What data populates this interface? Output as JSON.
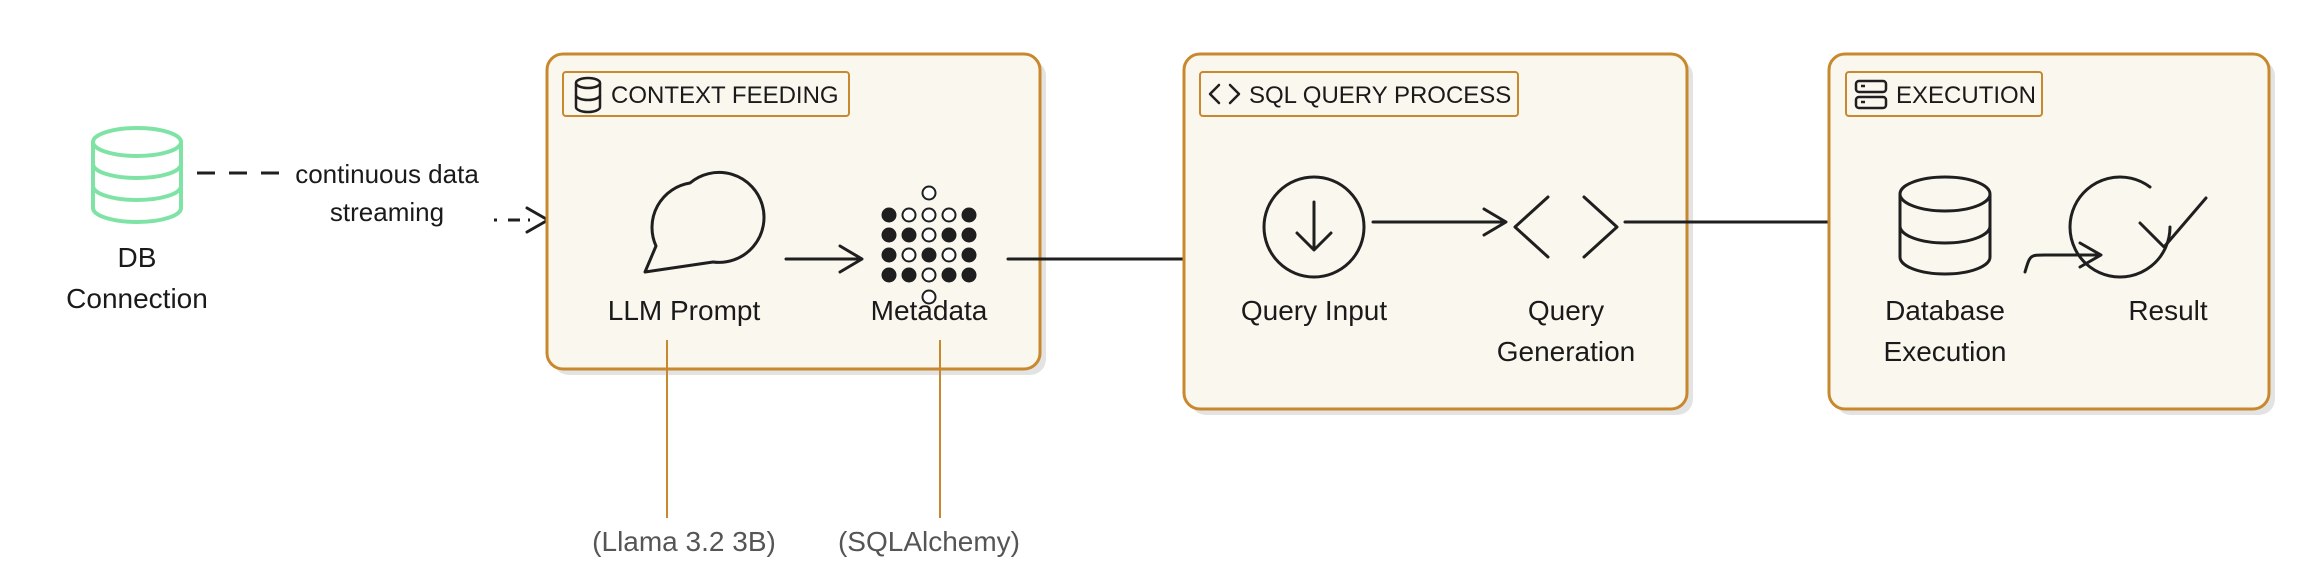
{
  "colors": {
    "group_border": "#c8892e",
    "group_fill": "#faf7ee",
    "group_shadow": "#e3e3e3",
    "db_icon": "#7fe3a6",
    "stroke": "#1f1f1f",
    "annotation_line": "#c8892e",
    "annotation_text": "#555555"
  },
  "source": {
    "label_line1": "DB",
    "label_line2": "Connection",
    "icon": "database-icon",
    "edge_label_line1": "continuous data",
    "edge_label_line2": "streaming"
  },
  "groups": [
    {
      "id": "context-feeding",
      "title": "CONTEXT FEEDING",
      "icon": "database-icon",
      "nodes": [
        {
          "id": "llm-prompt",
          "label_line1": "LLM Prompt",
          "label_line2": "",
          "icon": "chat-bubble-icon"
        },
        {
          "id": "metadata",
          "label_line1": "Metadata",
          "label_line2": "",
          "icon": "dot-matrix-icon"
        }
      ]
    },
    {
      "id": "sql-query-process",
      "title": "SQL QUERY PROCESS",
      "icon": "code-brackets-icon",
      "nodes": [
        {
          "id": "query-input",
          "label_line1": "Query Input",
          "label_line2": "",
          "icon": "arrow-down-circle-icon"
        },
        {
          "id": "query-generation",
          "label_line1": "Query",
          "label_line2": "Generation",
          "icon": "code-brackets-icon"
        }
      ]
    },
    {
      "id": "execution",
      "title": "EXECUTION",
      "icon": "server-icon",
      "nodes": [
        {
          "id": "database-execution",
          "label_line1": "Database",
          "label_line2": "Execution",
          "icon": "database-icon"
        },
        {
          "id": "result",
          "label_line1": "Result",
          "label_line2": "",
          "icon": "check-circle-icon"
        }
      ]
    }
  ],
  "annotations": [
    {
      "for": "llm-prompt",
      "text": "(Llama 3.2 3B)"
    },
    {
      "for": "metadata",
      "text": "(SQLAlchemy)"
    }
  ]
}
